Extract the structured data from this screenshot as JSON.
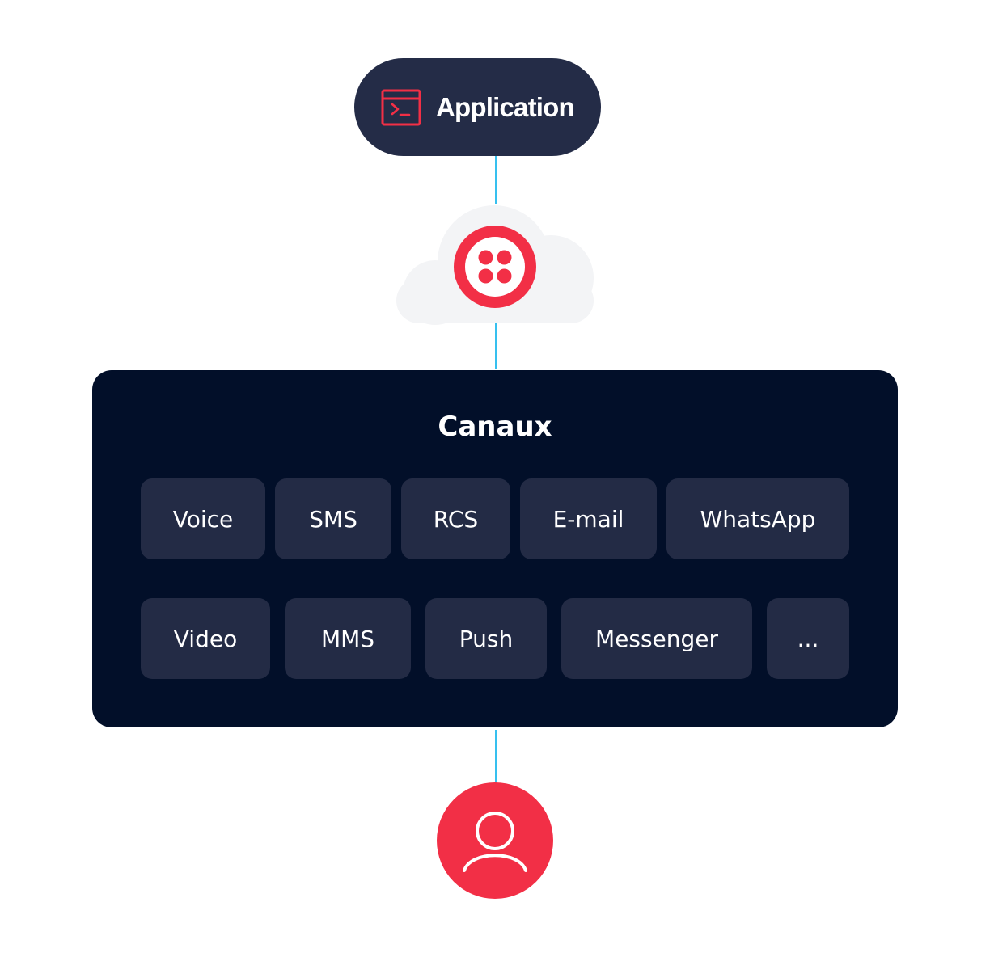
{
  "application": {
    "label": "Application",
    "icon": "terminal-window-icon"
  },
  "platform": {
    "icon": "twilio-logo-icon"
  },
  "channels": {
    "title": "Canaux",
    "row1": [
      "Voice",
      "SMS",
      "RCS",
      "E-mail",
      "WhatsApp"
    ],
    "row2": [
      "Video",
      "MMS",
      "Push",
      "Messenger",
      "..."
    ]
  },
  "user": {
    "icon": "user-icon"
  },
  "colors": {
    "navy": "#242c47",
    "panel": "#020f29",
    "chip": "#232b45",
    "accent_red": "#f22f46",
    "connector": "#36c0ef",
    "cloud": "#f3f4f6"
  }
}
